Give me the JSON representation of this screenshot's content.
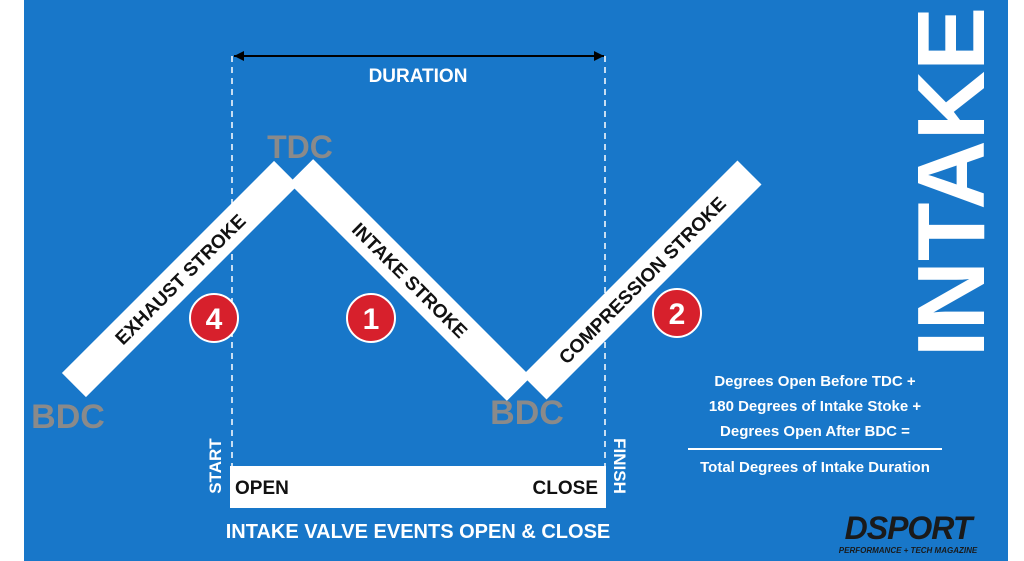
{
  "diagram": {
    "duration_label": "DURATION",
    "tdc_label": "TDC",
    "bdc_left_label": "BDC",
    "bdc_center_label": "BDC",
    "strokes": [
      {
        "label": "EXHAUST STROKE",
        "number": "4"
      },
      {
        "label": "INTAKE STROKE",
        "number": "1"
      },
      {
        "label": "COMPRESSION STROKE",
        "number": "2"
      }
    ],
    "start_label": "START",
    "finish_label": "FINISH",
    "open_label": "OPEN",
    "close_label": "CLOSE",
    "valve_events_caption": "INTAKE VALVE EVENTS OPEN & CLOSE",
    "vertical_title": "INTAKE",
    "formula": {
      "line1": "Degrees Open Before TDC +",
      "line2": "180 Degrees of Intake Stoke +",
      "line3": "Degrees Open After BDC =",
      "total": "Total Degrees of Intake Duration"
    },
    "logo": {
      "brand": "DSPORT",
      "tagline": "PERFORMANCE + TECH MAGAZINE"
    },
    "colors": {
      "background": "#1877c9",
      "stroke_band": "#ffffff",
      "marker_red": "#d7202c",
      "dead_center_gray": "#8a8a8a",
      "text_dark": "#111111"
    }
  }
}
